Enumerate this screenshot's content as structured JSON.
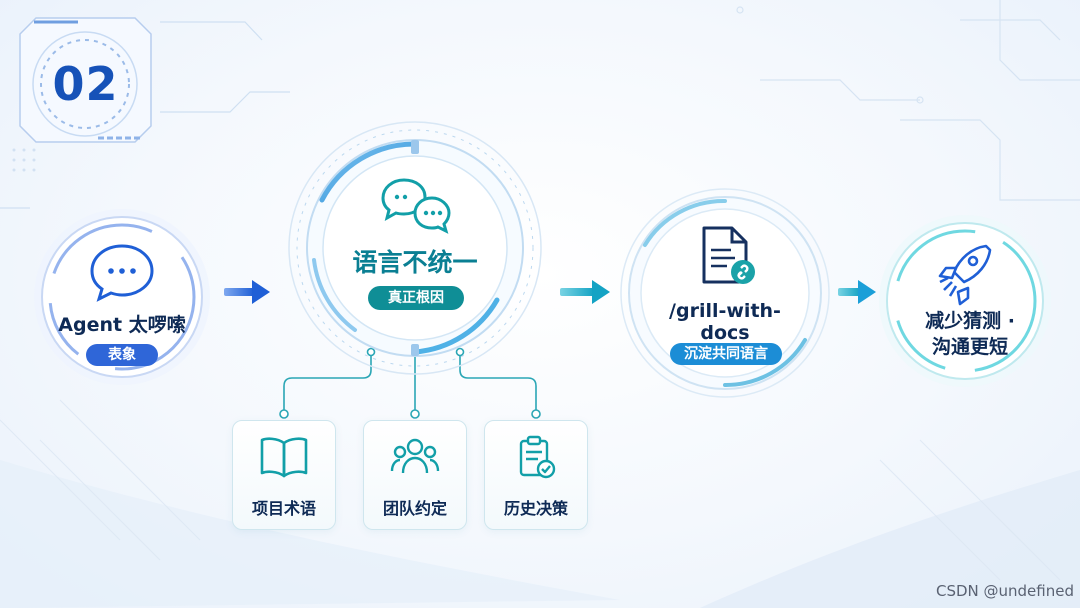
{
  "badge": {
    "number": "02"
  },
  "nodes": {
    "agent": {
      "title": "Agent 太啰嗦",
      "tag": "表象"
    },
    "core": {
      "title": "语言不统一",
      "tag": "真正根因"
    },
    "grill": {
      "title": "/grill-with-docs",
      "tag": "沉淀共同语言"
    },
    "result": {
      "line1": "减少猜测 ·",
      "line2": "沟通更短"
    }
  },
  "causes": [
    {
      "label": "项目术语",
      "icon": "book-icon"
    },
    {
      "label": "团队约定",
      "icon": "team-icon"
    },
    {
      "label": "历史决策",
      "icon": "clipboard-check-icon"
    }
  ],
  "colors": {
    "navy": "#0e2a55",
    "blue": "#1f5fd6",
    "teal": "#129fa8",
    "cyan": "#16a6c9"
  },
  "watermark": "CSDN @undefined"
}
